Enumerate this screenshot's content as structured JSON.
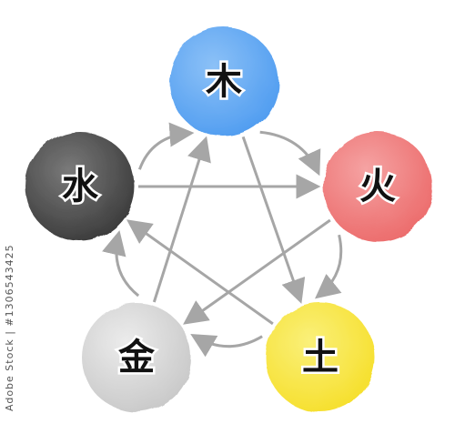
{
  "diagram": {
    "elements": [
      {
        "key": "wood",
        "label": "木",
        "color": "#4f9cf0",
        "color_light": "#8cc1f7"
      },
      {
        "key": "fire",
        "label": "火",
        "color": "#ec6b6b",
        "color_light": "#f5a3a3"
      },
      {
        "key": "earth",
        "label": "土",
        "color": "#f6df2b",
        "color_light": "#faf07a"
      },
      {
        "key": "metal",
        "label": "金",
        "color": "#c8c8c8",
        "color_light": "#ececec"
      },
      {
        "key": "water",
        "label": "水",
        "color": "#3a3a3a",
        "color_light": "#7a7a7a"
      }
    ],
    "arrow_color": "#a6a6a6",
    "generating_cycle": [
      [
        "wood",
        "fire"
      ],
      [
        "fire",
        "earth"
      ],
      [
        "earth",
        "metal"
      ],
      [
        "metal",
        "water"
      ],
      [
        "water",
        "wood"
      ]
    ],
    "overcoming_cycle": [
      [
        "wood",
        "earth"
      ],
      [
        "earth",
        "water"
      ],
      [
        "water",
        "fire"
      ],
      [
        "fire",
        "metal"
      ],
      [
        "metal",
        "wood"
      ]
    ]
  },
  "side_text": "Adobe Stock | #1306543425"
}
